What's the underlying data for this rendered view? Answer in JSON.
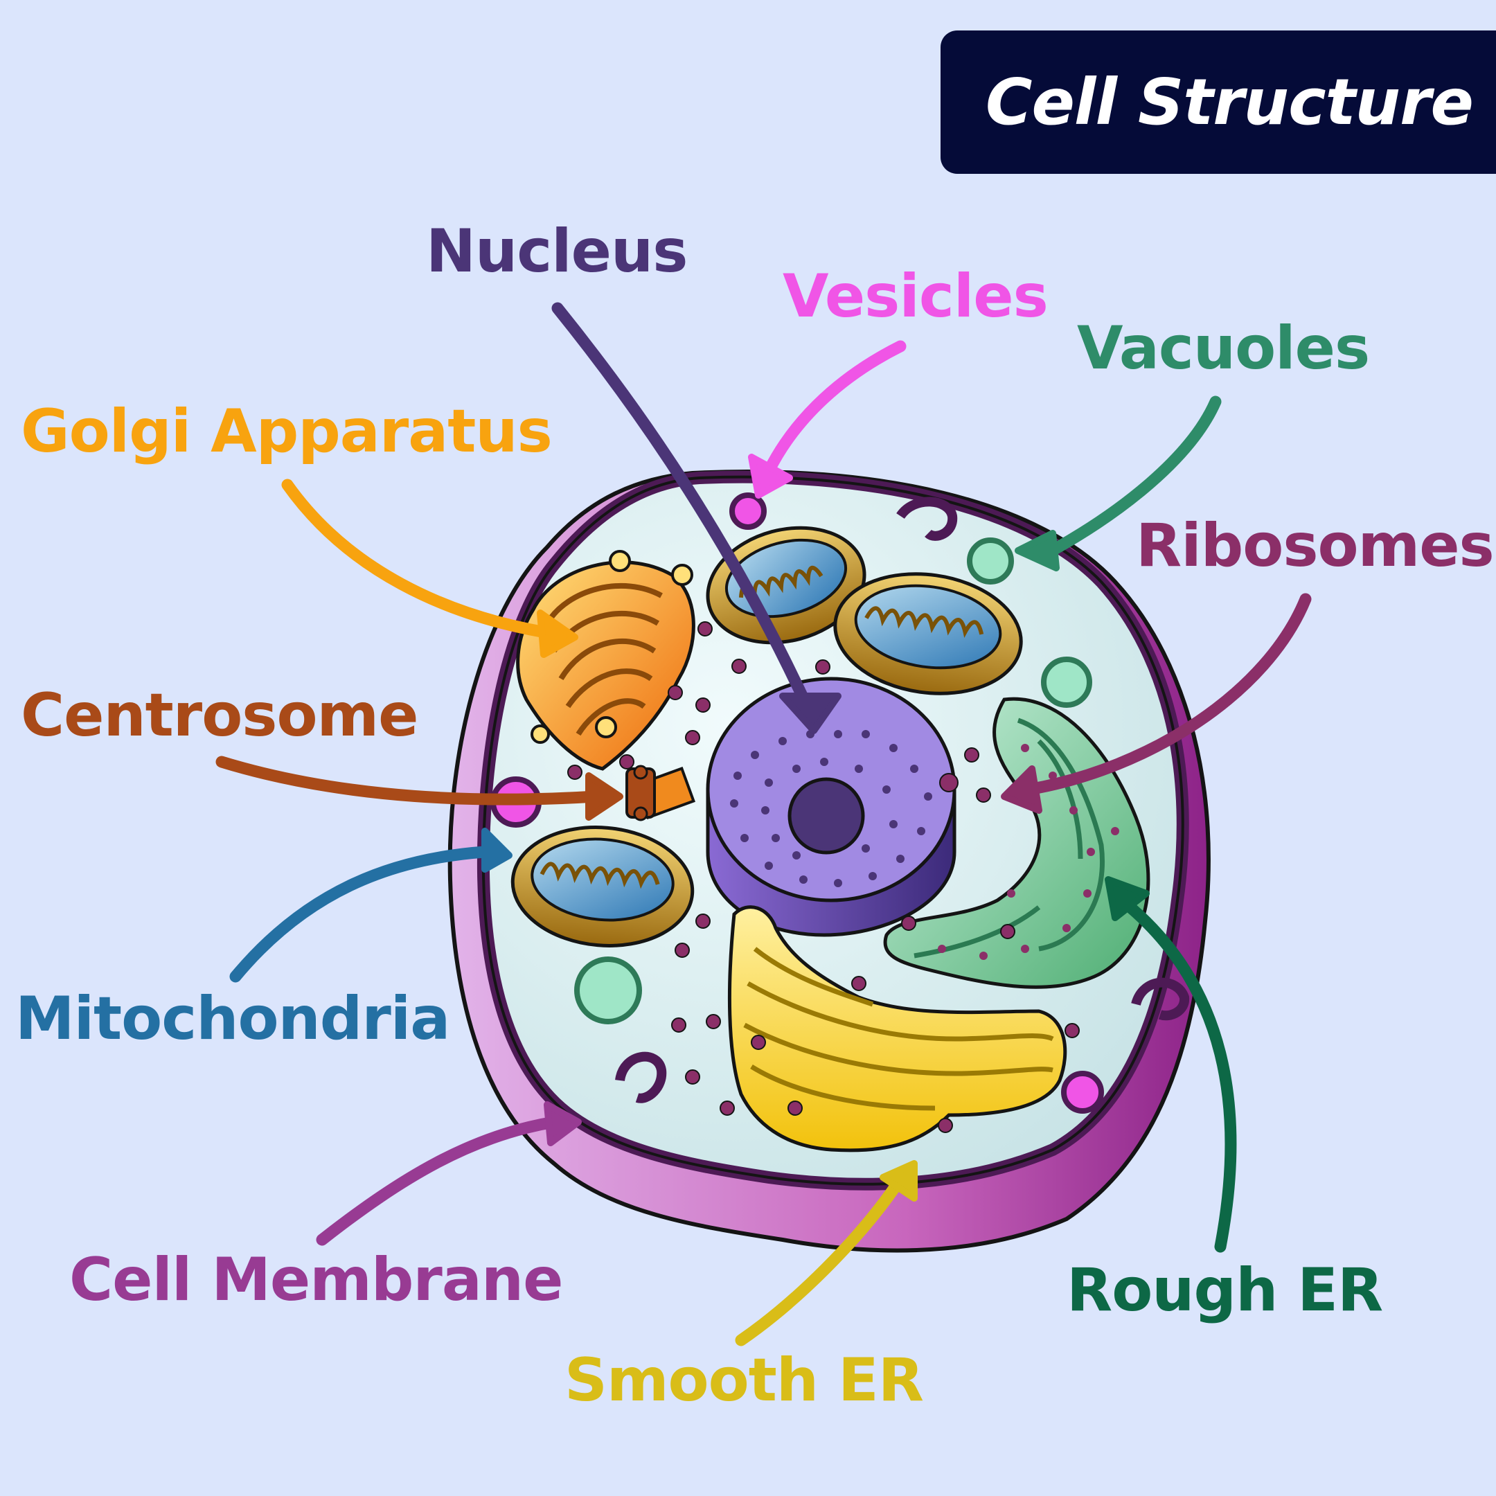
{
  "title": "Cell Structure",
  "labels": {
    "nucleus": "Nucleus",
    "vesicles": "Vesicles",
    "vacuoles": "Vacuoles",
    "golgi": "Golgi Apparatus",
    "ribosomes": "Ribosomes",
    "centrosome": "Centrosome",
    "mitochondria": "Mitochondria",
    "cell_membrane": "Cell Membrane",
    "rough_er": "Rough ER",
    "smooth_er": "Smooth ER"
  },
  "colors": {
    "background": "#dbe5fc",
    "title_box": "#050b38",
    "nucleus": "#4b3577",
    "vesicles": "#f055e6",
    "vacuoles": "#2e8c69",
    "golgi": "#f8a30f",
    "ribosomes": "#8b2f68",
    "centrosome": "#a94a18",
    "mitochondria": "#2470a3",
    "cell_membrane": "#983b93",
    "rough_er": "#0d6846",
    "smooth_er": "#d9bd18"
  }
}
